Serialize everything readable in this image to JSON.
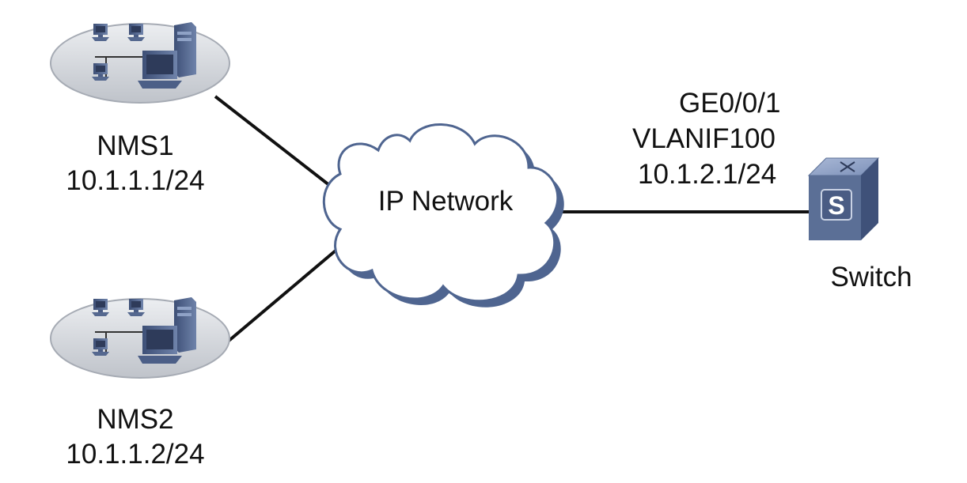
{
  "nodes": {
    "nms1": {
      "name": "NMS1",
      "ip": "10.1.1.1/24",
      "icon": "nms-workstation-icon"
    },
    "nms2": {
      "name": "NMS2",
      "ip": "10.1.1.2/24",
      "icon": "nms-workstation-icon"
    },
    "cloud": {
      "label": "IP Network",
      "icon": "cloud-icon"
    },
    "switch": {
      "name": "Switch",
      "icon_letter": "S",
      "icon": "switch-icon"
    }
  },
  "interface": {
    "port": "GE0/0/1",
    "vlanif": "VLANIF100",
    "ip": "10.1.2.1/24"
  },
  "colors": {
    "ellipse_fill": "#d6d8dc",
    "device_blue": "#5b6f96",
    "cloud_fill": "#ffffff",
    "cloud_edge": "#4f6590",
    "line": "#111111"
  }
}
